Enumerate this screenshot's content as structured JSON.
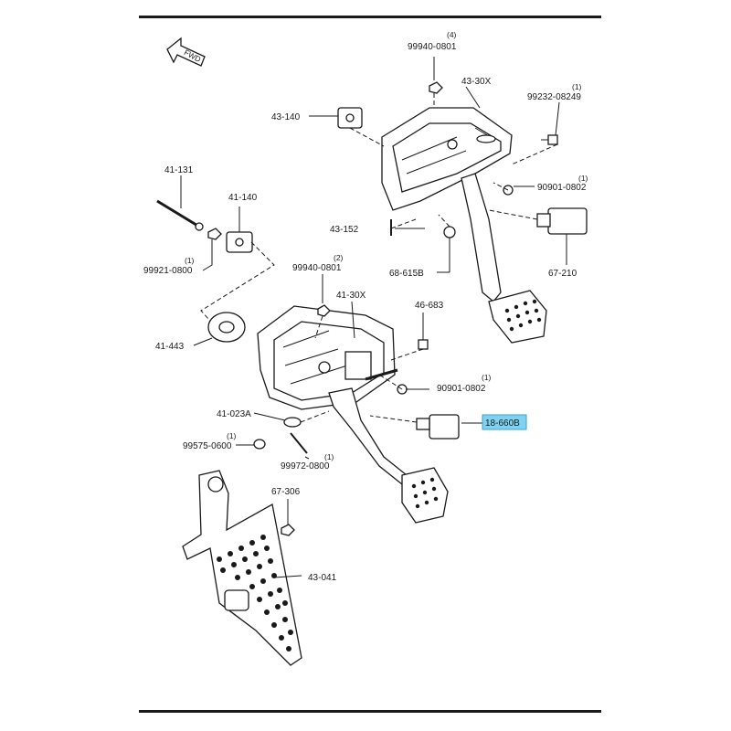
{
  "labels": {
    "fwd": "FWD",
    "p99940_top": "99940-0801",
    "p99940_top_qty": "(4)",
    "p43_30x": "43-30X",
    "p99232": "99232-08249",
    "p99232_qty": "(1)",
    "p43_140": "43-140",
    "p90901_top": "90901-0802",
    "p90901_top_qty": "(1)",
    "p41_131": "41-131",
    "p41_140": "41-140",
    "p43_152": "43-152",
    "p99921": "99921-0800",
    "p99921_qty": "(1)",
    "p68_615b": "68-615B",
    "p67_210": "67-210",
    "p99940_mid": "99940-0801",
    "p99940_mid_qty": "(2)",
    "p41_30x": "41-30X",
    "p46_683": "46-683",
    "p41_443": "41-443",
    "p90901_mid": "90901-0802",
    "p90901_mid_qty": "(1)",
    "p41_023a": "41-023A",
    "p18_660b": "18-660B",
    "p99575": "99575-0600",
    "p99575_qty": "(1)",
    "p99972": "99972-0800",
    "p99972_qty": "(1)",
    "p67_306": "67-306",
    "p43_041": "43-041"
  },
  "colors": {
    "ink": "#1a1a1a",
    "highlight": "#7fd3f0",
    "paper": "#ffffff"
  }
}
